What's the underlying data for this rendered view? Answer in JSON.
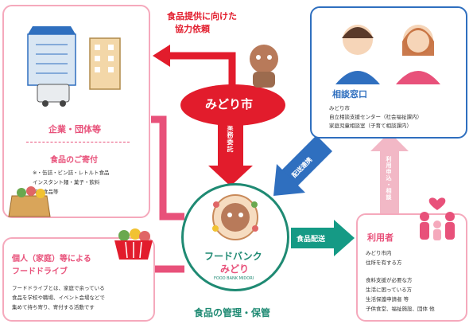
{
  "colors": {
    "red": "#e21c2c",
    "pink": "#e8517a",
    "pink_light": "#f5a9bc",
    "blue": "#2f6fbf",
    "teal": "#159a85",
    "green_dark": "#1f8a73",
    "arrow_pale": "#f2b8c6"
  },
  "request_label": [
    "食品提供に向けた",
    "協力依頼"
  ],
  "city": "みどり市",
  "outsource_label": "業務委託",
  "companies": {
    "title": "企業・団体等",
    "donation_title": "食品のご寄付",
    "items": [
      "※・缶詰・ビン詰・レトルト食品",
      "インスタント麺・菓子・飲料",
      "保管食品等"
    ]
  },
  "consult": {
    "title": "相談窓口",
    "lines": [
      "みどり市",
      "自立相談支援センター（社会福祉課内）",
      "家庭児童相談室（子育て相談課内）"
    ]
  },
  "hand_over_label": "配送連携",
  "apply_label": "利用申込・相談",
  "home": {
    "title": [
      "個人（家庭）等による",
      "フードドライブ"
    ],
    "desc": [
      "フードドライブとは、家庭で余っている",
      "食品を学校や職場、イベント会場などで",
      "集めて持ち寄り、寄付する活動です"
    ]
  },
  "foodbank": {
    "name_line1": "フードバンク",
    "name_line2": "みどり",
    "roman": "FOOD BANK MIDORI"
  },
  "delivery_label": "食品配送",
  "management_label": "食品の管理・保管",
  "users": {
    "title": "利用者",
    "lines": [
      "みどり市内",
      "住所を有する方",
      "",
      "食料支援が必要な方",
      "生活に困っている方",
      "生活保護申請者 等",
      "子供食堂、福祉施設、団体 他"
    ]
  }
}
